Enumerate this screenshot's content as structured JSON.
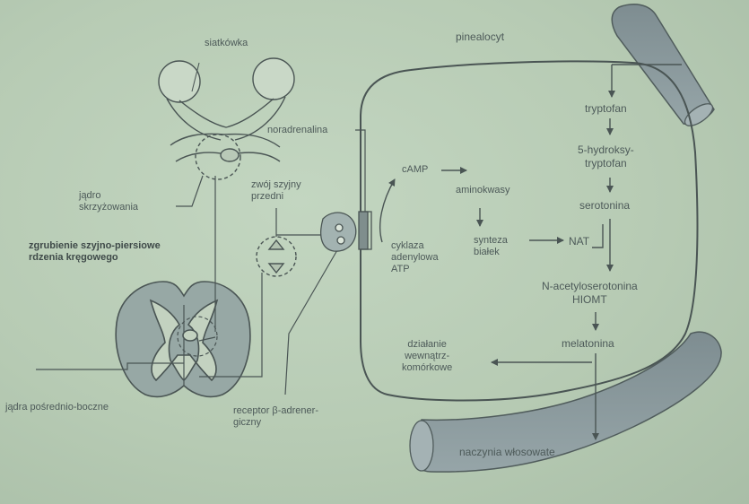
{
  "labels": {
    "siatkowka": "siatkówka",
    "jadro_skrzyzowania": "jądro\nskrzyżowania",
    "zgrubienie": "zgrubienie szyjno-piersiowe\nrdzenia kręgowego",
    "zwoj": "zwój szyjny\nprzedni",
    "noradrenalina": "noradrenalina",
    "jadra_posrednio": "jądra pośrednio-boczne",
    "receptor": "receptor β-adrener-\ngiczny",
    "pinealocyt": "pinealocyt",
    "camp": "cAMP",
    "cyklaza": "cyklaza\nadenylowa\nATP",
    "aminokwasy": "aminokwasy",
    "synteza": "synteza\nbiałek",
    "nat": "NAT",
    "tryptofan": "tryptofan",
    "hydroksy": "5-hydroksy-\ntryptofan",
    "serotonina": "serotonina",
    "n_acetylo": "N-acetyloserotonina\nHIOMT",
    "melatonina": "melatonina",
    "dzialanie": "działanie\nwewnątrz-\nkomórkowe",
    "naczynia": "naczynia włosowate"
  }
}
